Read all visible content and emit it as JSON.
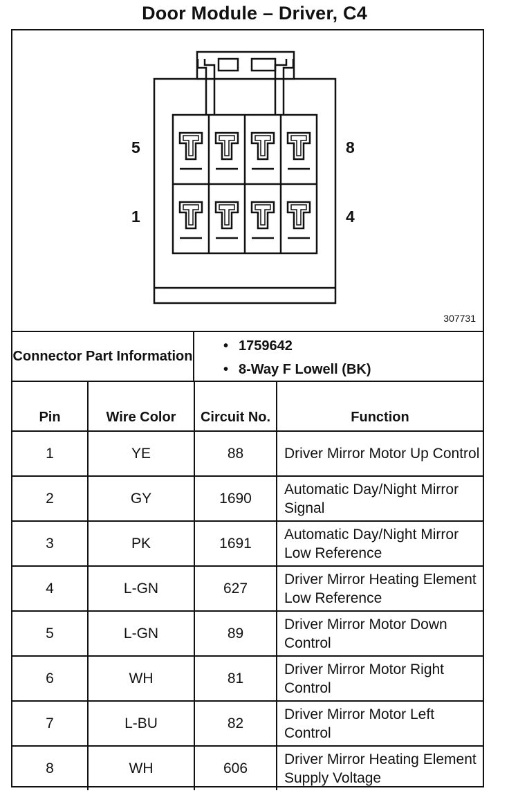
{
  "title": "Door Module – Driver, C4",
  "diagram": {
    "pin_label_top_left": "5",
    "pin_label_top_right": "8",
    "pin_label_bottom_left": "1",
    "pin_label_bottom_right": "4",
    "figure_number": "307731"
  },
  "connector_info": {
    "label": "Connector Part Information",
    "values": [
      "1759642",
      "8-Way F Lowell (BK)"
    ]
  },
  "table": {
    "headers": {
      "pin": "Pin",
      "wire_color": "Wire Color",
      "circuit_no": "Circuit No.",
      "function": "Function"
    },
    "rows": [
      {
        "pin": "1",
        "wire_color": "YE",
        "circuit": "88",
        "function": "Driver Mirror Motor Up Control"
      },
      {
        "pin": "2",
        "wire_color": "GY",
        "circuit": "1690",
        "function": "Automatic Day/Night Mirror Signal"
      },
      {
        "pin": "3",
        "wire_color": "PK",
        "circuit": "1691",
        "function": "Automatic Day/Night Mirror Low Reference"
      },
      {
        "pin": "4",
        "wire_color": "L-GN",
        "circuit": "627",
        "function": "Driver Mirror Heating Element Low Reference"
      },
      {
        "pin": "5",
        "wire_color": "L-GN",
        "circuit": "89",
        "function": "Driver Mirror Motor Down Control"
      },
      {
        "pin": "6",
        "wire_color": "WH",
        "circuit": "81",
        "function": "Driver Mirror Motor Right Control"
      },
      {
        "pin": "7",
        "wire_color": "L-BU",
        "circuit": "82",
        "function": "Driver Mirror Motor Left Control"
      },
      {
        "pin": "8",
        "wire_color": "WH",
        "circuit": "606",
        "function": "Driver Mirror Heating Element Supply Voltage"
      }
    ]
  }
}
